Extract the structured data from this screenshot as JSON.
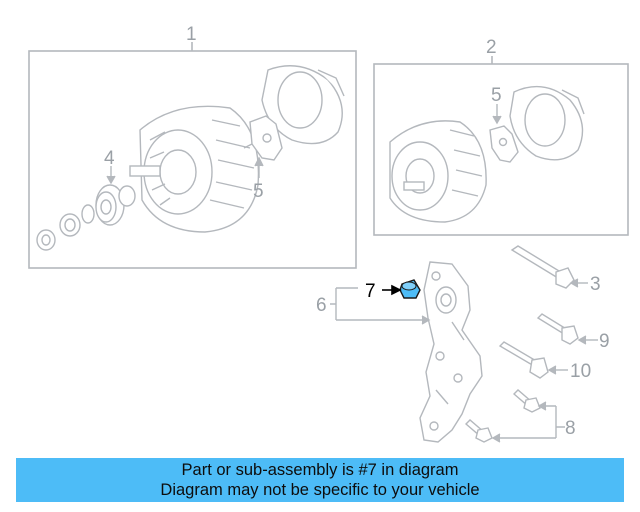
{
  "callouts": {
    "c1": "1",
    "c2": "2",
    "c3": "3",
    "c4": "4",
    "c5a": "5",
    "c5b": "5",
    "c6": "6",
    "c7": "7",
    "c8": "8",
    "c9": "9",
    "c10": "10"
  },
  "highlight_part": "7",
  "colors": {
    "line": "#b4b8bd",
    "callout": "#9aa0a6",
    "active": "#000000",
    "highlight_fill": "#4dbcf7",
    "banner_bg": "#4dbcf7"
  },
  "banner": {
    "line1": "Part or sub-assembly is #7 in diagram",
    "line2": "Diagram may not be specific to your vehicle"
  }
}
